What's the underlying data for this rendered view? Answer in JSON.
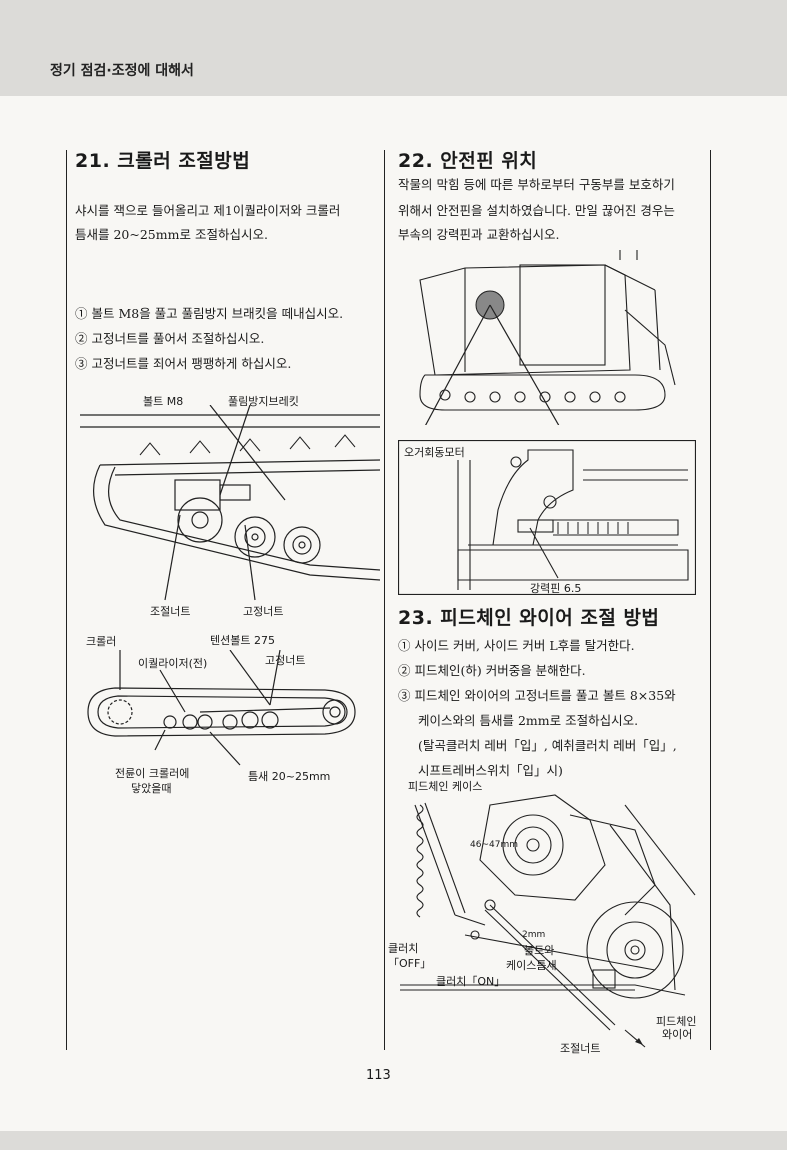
{
  "header": {
    "title": "정기 점검·조정에 대해서"
  },
  "section21": {
    "title": "21. 크롤러 조절방법",
    "intro_line1": "샤시를 잭으로 들어올리고 제1이퀄라이저와 크롤러",
    "intro_line2": "틈새를 20~25mm로 조절하십시오.",
    "steps": [
      "① 볼트 M8을 풀고 풀림방지 브래킷을 떼내십시오.",
      "② 고정너트를 풀어서 조절하십시오.",
      "③ 고정너트를 죄어서 팽팽하게 하십시오."
    ],
    "fig1_labels": {
      "bolt": "볼트 M8",
      "bracket": "풀림방지브레킷",
      "adjust_nut": "조절너트",
      "fix_nut": "고정너트"
    },
    "fig2_labels": {
      "crawler": "크롤러",
      "tension_bolt": "텐션볼트 275",
      "fix_nut": "고정너트",
      "equalizer": "이퀄라이저(전)",
      "front_wheel_1": "전륜이 크롤러에",
      "front_wheel_2": "닿았을때",
      "gap": "틈새 20~25mm"
    }
  },
  "section22": {
    "title": "22. 안전핀 위치",
    "line1": "작물의 막힘 등에 따른 부하로부터 구동부를 보호하기",
    "line2": "위해서 안전핀을 설치하였습니다. 만일 끊어진 경우는",
    "line3": "부속의 강력핀과 교환하십시오.",
    "fig_labels": {
      "motor": "오거회동모터",
      "pin": "강력핀 6.5"
    }
  },
  "section23": {
    "title": "23. 피드체인 와이어 조절 방법",
    "steps": [
      "① 사이드 커버, 사이드 커버 L후를 탈거한다.",
      "② 피드체인(하) 커버중을 분해한다.",
      "③ 피드체인 와이어의 고정너트를 풀고 볼트 8×35와"
    ],
    "cont1": "케이스와의 틈새를 2mm로 조절하십시오.",
    "cont2": "(탈곡클러치 레버「입」, 예취클러치 레버「입」,",
    "cont3": "시프트레버스위치「입」시)",
    "fig_labels": {
      "case": "피드체인 케이스",
      "clutch_off_1": "클러치",
      "clutch_off_2": "「OFF」",
      "bolt_gap_1": "볼트와",
      "bolt_gap_2": "케이스틈새",
      "clutch_on": "클러치「ON」",
      "wire_1": "피드체인",
      "wire_2": "와이어",
      "adjust_nut": "조절너트",
      "dim1": "46~47mm",
      "dim2": "2mm"
    }
  },
  "footer": {
    "page_number": "113"
  }
}
